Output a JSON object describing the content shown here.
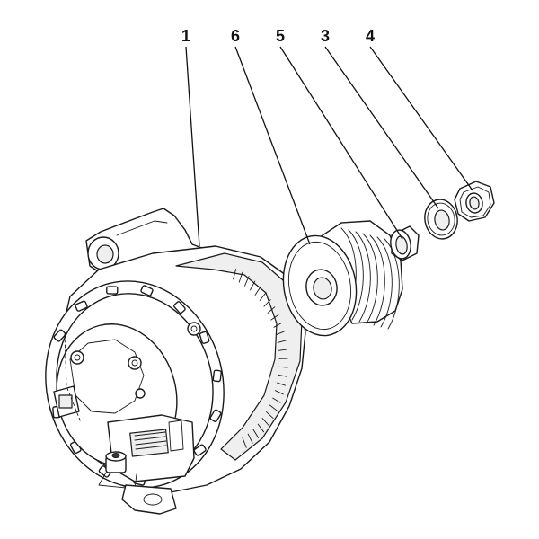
{
  "callouts": [
    {
      "id": "p1",
      "label": "1"
    },
    {
      "id": "p6",
      "label": "6"
    },
    {
      "id": "p5",
      "label": "5"
    },
    {
      "id": "p3",
      "label": "3"
    },
    {
      "id": "p4",
      "label": "4"
    }
  ]
}
